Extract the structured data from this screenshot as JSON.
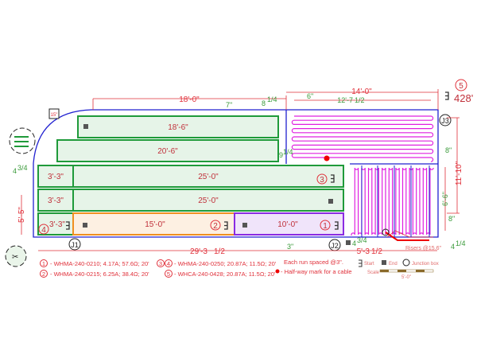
{
  "colors": {
    "outline": "#2020d0",
    "zone_green": "#1f9a3a",
    "zone_orange": "#f09020",
    "zone_purple": "#8a2be2",
    "cable": "#e020e0",
    "dimension": "#e0303a",
    "dim_green": "#3a9a3a"
  },
  "dimensions": {
    "top_18": "18'-0\"",
    "top_7": "7\"",
    "top_8": "8",
    "top_8_frac": "1/4",
    "room5_width": "14'-0\"",
    "room5_inner": "12'-7",
    "room5_inner_frac": "1/2",
    "room5_6": "6\"",
    "room5_8": "8\"",
    "gap_9": "9",
    "gap_9_frac": "1/4",
    "height_11": "11'-10\"",
    "height_6": "6'-6\"",
    "right_8": "8\"",
    "right_4": "4",
    "right_4_frac": "1/4",
    "left_4": "4",
    "left_4_frac": "3/4",
    "left_5": "5'-5\"",
    "bottom_total": "29'-3",
    "bottom_total_frac": "1/2",
    "bottom_3": "3\"",
    "bottom_5": "5'-3",
    "bottom_5_frac": "1/2",
    "j2_4": "4",
    "j2_4_frac": "3/4",
    "box_15": "15\""
  },
  "zones": [
    {
      "label": "18'-6\""
    },
    {
      "label": "20'-6\""
    },
    {
      "left": "3'-3\"",
      "label": "25'-0\"",
      "num": "3"
    },
    {
      "left": "3'-3\"",
      "label": "25'-0\""
    },
    {
      "left": "3'-3\"",
      "left_num": "4",
      "label": "15'-0\"",
      "num": "2"
    },
    {
      "label": "10'-0\"",
      "num": "1"
    }
  ],
  "cable5": {
    "num": "5",
    "length": "428'"
  },
  "junctions": [
    "J1",
    "J2",
    "J3"
  ],
  "risers": "Risers @15.6\"",
  "legend": {
    "items": [
      {
        "num": "1",
        "text": "- WHMA-240-0210; 4.17A; 57.6Ω; 20'"
      },
      {
        "num": "2",
        "text": "- WHMA-240-0215; 6.25A; 38.4Ω; 20'"
      },
      {
        "num": "3",
        "num2": "4",
        "text": "- WHMA-240-0250; 20.87A; 11.5Ω; 20'"
      },
      {
        "num": "5",
        "text": "- WHCA-240-0428; 20.87A; 11.5Ω; 20'"
      }
    ],
    "spacing": "Each run spaced @3\".",
    "halfway": "- Half-way mark for a cable",
    "start": "Start",
    "end": "End",
    "junction": "Junction box",
    "scale": "Scale",
    "scale_len": "5'-0\""
  }
}
